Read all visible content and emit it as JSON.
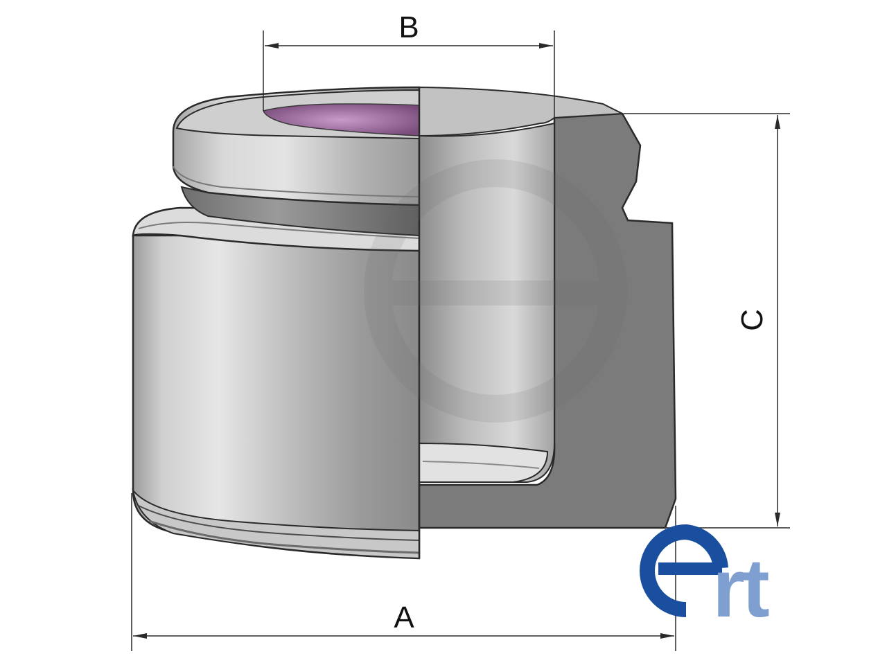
{
  "dimensions": {
    "a_label": "A",
    "b_label": "B",
    "c_label": "C"
  },
  "logo": {
    "letter_e": "e",
    "letters_rt": "rt",
    "e_color": "#1a4fa0",
    "rt_color": "#7f9fd0"
  },
  "colors": {
    "metal_light": "#d4d4d4",
    "metal_mid": "#a9a9a9",
    "metal_dark": "#7a7a7a",
    "cut_face": "#777777",
    "outline": "#2a2a2a",
    "inner_purple": "#a46aa6"
  }
}
